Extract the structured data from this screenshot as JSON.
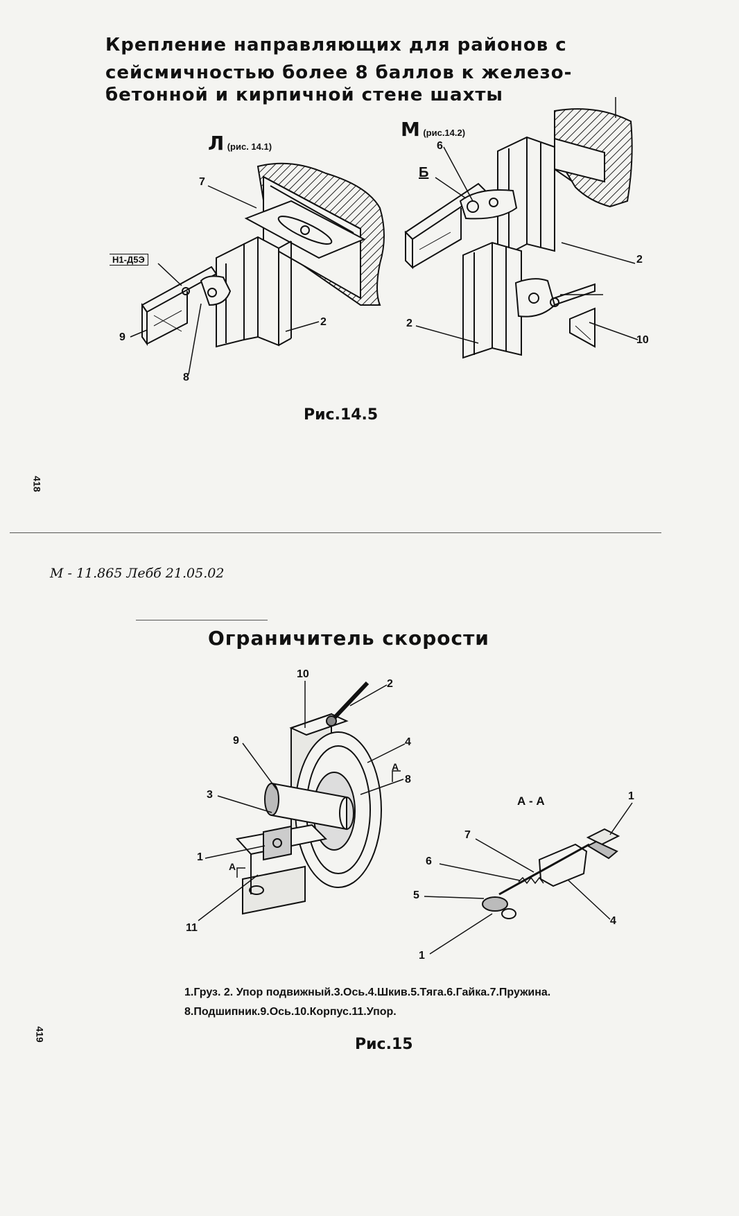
{
  "section1": {
    "title_lines": [
      "Крепление направляющих для районов с",
      "сейсмичностью более 8 баллов к железо-",
      "бетонной и кирпичной стене шахты"
    ],
    "view_l": {
      "letter": "Л",
      "ref": "(рис. 14.1)"
    },
    "view_m": {
      "letter": "М",
      "ref": "(рис.14.2)"
    },
    "callouts_l": [
      "7",
      "Н1-Д5Э",
      "9",
      "8",
      "2"
    ],
    "callouts_m": [
      "6",
      "Б",
      "2",
      "2",
      "10"
    ],
    "caption": "Рис.14.5"
  },
  "margin_page_top": "418",
  "handwritten_note": "М - 11.865 Лебб 21.05.02",
  "section2": {
    "title": "Ограничитель скорости",
    "callouts_main": [
      "10",
      "2",
      "9",
      "4",
      "А",
      "8",
      "3",
      "1",
      "А",
      "11"
    ],
    "section_view": {
      "title": "А - А",
      "callouts": [
        "1",
        "7",
        "6",
        "5",
        "4",
        "1"
      ]
    },
    "legend_lines": [
      "1.Груз. 2. Упор подвижный.3.Ось.4.Шкив.5.Тяга.6.Гайка.7.Пружина.",
      "8.Подшипник.9.Ось.10.Корпус.11.Упор."
    ],
    "caption": "Рис.15"
  },
  "margin_page_bottom": "419"
}
